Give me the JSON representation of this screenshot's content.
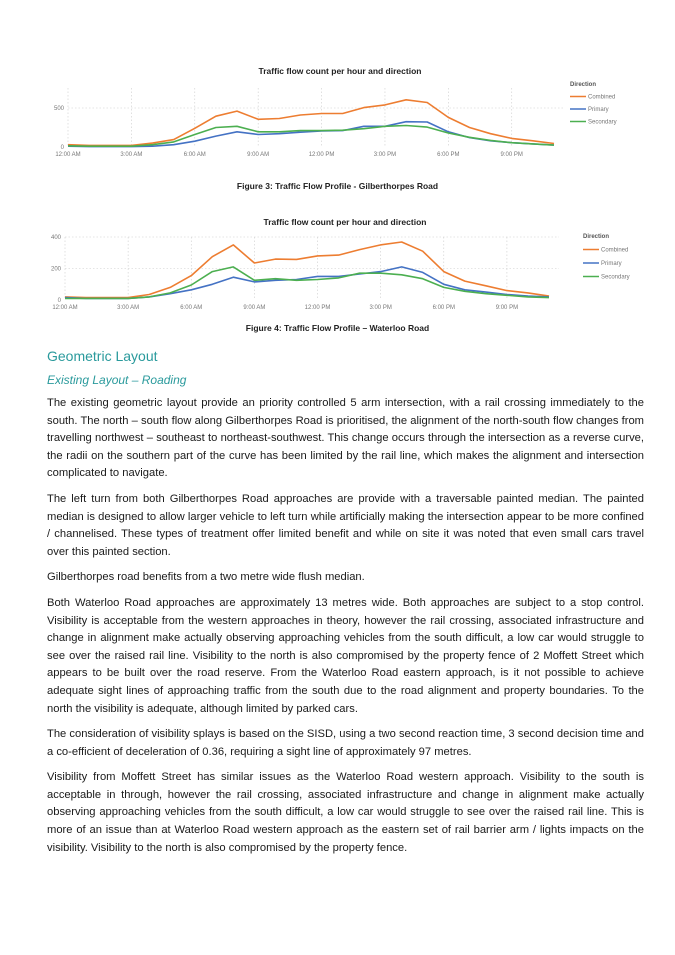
{
  "chart_data": [
    {
      "type": "line",
      "title": "Traffic flow count per hour and direction",
      "caption": "Figure 3: Traffic Flow Profile - Gilberthorpes Road",
      "xlabel": "",
      "ylabel": "",
      "x": [
        0,
        1,
        2,
        3,
        4,
        5,
        6,
        7,
        8,
        9,
        10,
        11,
        12,
        13,
        14,
        15,
        16,
        17,
        18,
        19,
        20,
        21,
        22,
        23
      ],
      "xticks": [
        {
          "hour": 0,
          "label": "12:00 AM"
        },
        {
          "hour": 3,
          "label": "3:00 AM"
        },
        {
          "hour": 6,
          "label": "6:00 AM"
        },
        {
          "hour": 9,
          "label": "9:00 AM"
        },
        {
          "hour": 12,
          "label": "12:00 PM"
        },
        {
          "hour": 15,
          "label": "3:00 PM"
        },
        {
          "hour": 18,
          "label": "6:00 PM"
        },
        {
          "hour": 21,
          "label": "9:00 PM"
        }
      ],
      "yticks": [
        0,
        500
      ],
      "ylim": [
        0,
        650
      ],
      "grid": true,
      "legend_title": "Direction",
      "legend_position": "right",
      "series": [
        {
          "name": "Combined",
          "color": "#ed7d31",
          "values": [
            30,
            20,
            20,
            20,
            50,
            95,
            240,
            395,
            460,
            355,
            365,
            410,
            430,
            430,
            505,
            540,
            605,
            570,
            380,
            250,
            170,
            110,
            80,
            45
          ]
        },
        {
          "name": "Primary",
          "color": "#4472c4",
          "values": [
            10,
            5,
            5,
            5,
            10,
            30,
            75,
            140,
            195,
            160,
            170,
            190,
            205,
            210,
            265,
            265,
            325,
            320,
            195,
            120,
            80,
            55,
            40,
            25
          ]
        },
        {
          "name": "Secondary",
          "color": "#4caf50",
          "values": [
            15,
            10,
            10,
            10,
            30,
            65,
            160,
            250,
            265,
            195,
            195,
            210,
            210,
            215,
            235,
            265,
            275,
            255,
            180,
            125,
            85,
            55,
            40,
            25
          ]
        }
      ]
    },
    {
      "type": "line",
      "title": "Traffic flow count per hour and direction",
      "caption": "Figure 4: Traffic Flow Profile – Waterloo Road",
      "xlabel": "",
      "ylabel": "",
      "x": [
        0,
        1,
        2,
        3,
        4,
        5,
        6,
        7,
        8,
        9,
        10,
        11,
        12,
        13,
        14,
        15,
        16,
        17,
        18,
        19,
        20,
        21,
        22,
        23
      ],
      "xticks": [
        {
          "hour": 0,
          "label": "12:00 AM"
        },
        {
          "hour": 3,
          "label": "3:00 AM"
        },
        {
          "hour": 6,
          "label": "6:00 AM"
        },
        {
          "hour": 9,
          "label": "9:00 AM"
        },
        {
          "hour": 12,
          "label": "12:00 PM"
        },
        {
          "hour": 15,
          "label": "3:00 PM"
        },
        {
          "hour": 18,
          "label": "6:00 PM"
        },
        {
          "hour": 21,
          "label": "9:00 PM"
        }
      ],
      "yticks": [
        0,
        200,
        400
      ],
      "ylim": [
        0,
        400
      ],
      "grid": true,
      "legend_title": "Direction",
      "legend_position": "right",
      "series": [
        {
          "name": "Combined",
          "color": "#ed7d31",
          "values": [
            20,
            15,
            15,
            15,
            35,
            80,
            155,
            275,
            350,
            235,
            260,
            258,
            280,
            285,
            320,
            350,
            368,
            310,
            180,
            120,
            90,
            60,
            45,
            25
          ]
        },
        {
          "name": "Primary",
          "color": "#4472c4",
          "values": [
            15,
            10,
            10,
            10,
            20,
            40,
            65,
            100,
            145,
            115,
            125,
            130,
            150,
            150,
            165,
            180,
            210,
            175,
            100,
            65,
            50,
            35,
            25,
            20
          ]
        },
        {
          "name": "Secondary",
          "color": "#4caf50",
          "values": [
            10,
            10,
            10,
            10,
            20,
            45,
            95,
            180,
            210,
            125,
            135,
            125,
            130,
            140,
            170,
            170,
            160,
            135,
            80,
            55,
            40,
            30,
            20,
            15
          ]
        }
      ]
    }
  ],
  "section": {
    "heading": "Geometric Layout",
    "subheading": "Existing Layout – Roading",
    "paragraphs": [
      "The existing geometric layout provide an priority controlled 5 arm intersection, with a rail crossing immediately to the south. The north – south flow along Gilberthorpes Road is prioritised, the alignment of the north-south flow changes from travelling northwest – southeast to northeast-southwest. This change occurs through the intersection as a reverse curve, the radii on the southern part of the curve has been limited by the rail line, which makes the alignment and intersection complicated to navigate.",
      "The left turn from both Gilberthorpes Road approaches are provide with a traversable painted median. The painted median is designed to allow larger vehicle to left turn while artificially making the intersection appear to be more confined / channelised. These types of treatment offer limited benefit and while on site it was noted that even small cars travel over this painted section.",
      "Gilberthorpes road benefits from a two metre wide flush median.",
      "Both Waterloo Road approaches are approximately 13 metres wide. Both approaches are subject to a stop control. Visibility is acceptable from the western approaches in theory, however the rail crossing, associated infrastructure and change in alignment make actually observing approaching vehicles from the south difficult, a low car would struggle to see over the raised rail line. Visibility to the north is also compromised by the property fence of 2 Moffett Street which appears to be built over the road reserve. From the Waterloo Road eastern approach, is it not possible to achieve adequate sight lines of approaching traffic from the south due to the road alignment and property boundaries. To the north the visibility is adequate, although limited by parked cars.",
      "The consideration of visibility splays is based on the SISD, using a two second reaction time, 3 second decision time and a co-efficient of deceleration of 0.36, requiring a sight line of approximately 97 metres.",
      "Visibility from Moffett Street has similar issues as the Waterloo Road western approach. Visibility to the south is acceptable in through, however the rail crossing, associated infrastructure and change in alignment make actually observing approaching vehicles from the south difficult, a low car would struggle to see over the raised rail line. This is more of an issue than at Waterloo Road western approach as the eastern set of rail barrier arm / lights impacts on the visibility. Visibility to the north is also compromised by the property fence."
    ]
  }
}
